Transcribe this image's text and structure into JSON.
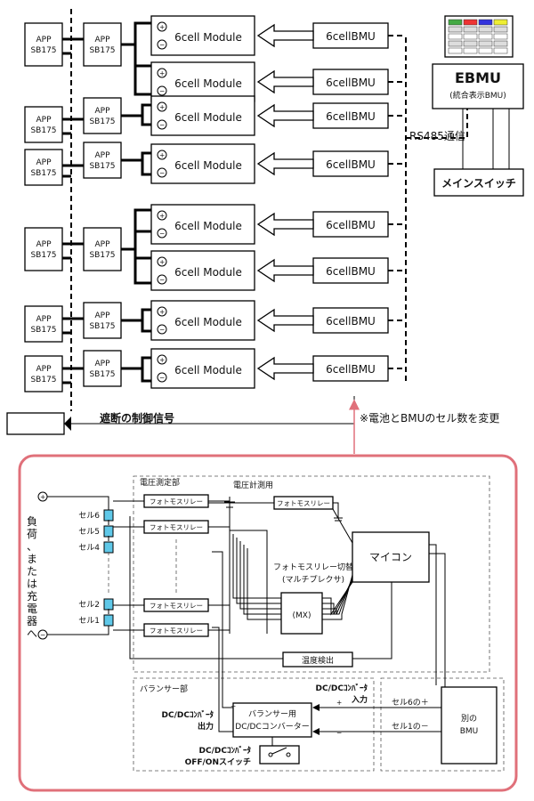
{
  "app_label": "APP",
  "sb_label": "SB175",
  "module_label": "6cell Module",
  "bmu_label": "6cellBMU",
  "plus_symbol": "+",
  "minus_symbol": "−",
  "ebmu": {
    "title": "EBMU",
    "subtitle": "(統合表示BMU)"
  },
  "rs485_label": "RS485通信",
  "main_switch": "メインスイッチ",
  "control_signal": "遮断の制御信号",
  "change_note": "※電池とBMUのセル数を変更",
  "detail": {
    "voltage_section": "電圧測定部",
    "voltage_meter": "電圧計測用",
    "photomos": "フォトモスリレー",
    "microcontroller": "マイコン",
    "mux_title": "フォトモスリレー切替",
    "mux_subtitle": "(マルチプレクサ)",
    "mx": "(MX)",
    "temp": "温度検出",
    "cells": [
      "セル6",
      "セル5",
      "セル4",
      "セル2",
      "セル1"
    ],
    "load_label": [
      "負",
      "荷",
      "、",
      "ま",
      "た",
      "は",
      "充",
      "電",
      "器",
      "へ"
    ],
    "balancer_section": "バランサー部",
    "balancer_box_1": "バランサー用",
    "balancer_box_2": "DC/DCコンバーター",
    "dcdc_in_1": "DC/DCｺﾝﾊﾞｰﾀ",
    "dcdc_in_2": "入力",
    "dcdc_out_1": "DC/DCｺﾝﾊﾞｰﾀ",
    "dcdc_out_2": "出力",
    "switch_1": "DC/DCｺﾝﾊﾞｰﾀ",
    "switch_2": "OFF/ONスイッチ",
    "cell6_plus": "セル6の＋",
    "cell1_minus": "セル1の－",
    "other_bmu_1": "別の",
    "other_bmu_2": "BMU"
  }
}
